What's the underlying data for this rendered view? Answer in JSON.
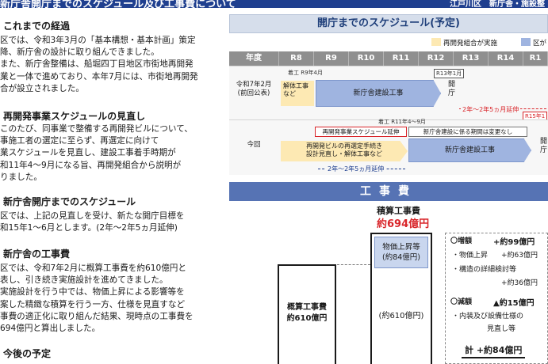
{
  "header": {
    "title": "新庁舎開庁までのスケジュール及び工事費について",
    "org": "江戸川区　新庁舎・施設整"
  },
  "left": {
    "sections": [
      {
        "title": "これまでの経過",
        "lines": [
          "区では、令和3年3月の「基本構想・基本計画」策定",
          "降、新庁舎の設計に取り組んできました。",
          "また、新庁舎整備は、船堀四丁目地区市街地再開発",
          "業と一体で進めており、本年7月には、市街地再開発",
          "合が設立されました。"
        ]
      },
      {
        "title": "再開発事業スケジュールの見直し",
        "lines": [
          "このたび、同事業で整備する再開発ビルについて、",
          "事施工者の選定に至らず、再選定に向けて",
          "業スケジュールを見直し、建設工事着手時期が",
          "和11年4～9月になる旨、再開発組合から説明が",
          "りました。"
        ]
      },
      {
        "title": "新庁舎開庁までのスケジュール",
        "lines": [
          "区では、上記の見直しを受け、新たな開庁目標を",
          "和15年1～6月とします。(2年～2年5ヵ月延伸)"
        ]
      },
      {
        "title": "新庁舎の工事費",
        "lines": [
          "区では、令和7年2月に概算工事費を約610億円と",
          "表し、引き続き実施設計を進めてきました。",
          "実施設計を行う中では、物価上昇による影響等を",
          "案した精緻な積算を行う一方、仕様を見直すなど",
          "事費の適正化に取り組んだ結果、現時点の工事費を",
          "694億円と算出しました。"
        ]
      },
      {
        "title": "今後の予定",
        "lines": []
      }
    ]
  },
  "schedule": {
    "title": "開庁までのスケジュール(予定)",
    "legend": [
      {
        "label": "再開発組合が実施",
        "color": "#fde9b3"
      },
      {
        "label": "区が",
        "color": "#9fb4e0"
      }
    ],
    "year_header": "年度",
    "years": [
      "R8",
      "R9",
      "R10",
      "R11",
      "R12",
      "R13",
      "R14",
      "R1"
    ],
    "row1": {
      "label": "令和7年2月\n(前回公表)",
      "note_start": "着工 R9年4月",
      "note_end": "R13年1月",
      "demolition": "解体工事\nなど",
      "construction": "新庁舎建設工事",
      "open": "開\n庁",
      "delay": "2年～2年5ヵ月延伸",
      "new_end": "R15年1"
    },
    "row2": {
      "label": "今回",
      "note_start": "着工 R11年4～9月",
      "box1": "再開発事業スケジュール延伸",
      "box2": "新庁舎建設に係る期間は変更なし",
      "reselect": "再開発ビルの再選定手続き\n設計見直し・解体工事など",
      "construction": "新庁舎建設工事",
      "open": "開\n庁",
      "delay": "2年～2年5ヵ月延伸"
    }
  },
  "cost": {
    "title": "工事費",
    "estimate_title": "積算工事費",
    "estimate_value": "約694億円",
    "old_box": "概算工事費\n約610億円",
    "price_rise": "物価上昇等\n(約84億円)",
    "base": "(約610億円)",
    "increase_head": "〇増額",
    "increase_total": "+約99億円",
    "increase_items": [
      {
        "label": "・物価上昇",
        "value": "+約63億円"
      },
      {
        "label": "・構造の詳細検討等",
        "value": ""
      },
      {
        "label": "",
        "value": "+約36億円"
      }
    ],
    "decrease_head": "〇減額",
    "decrease_total": "▲約15億円",
    "decrease_items": [
      "・内装及び設備仕様の",
      "見直し等"
    ],
    "sum": "計 +約84億円"
  }
}
